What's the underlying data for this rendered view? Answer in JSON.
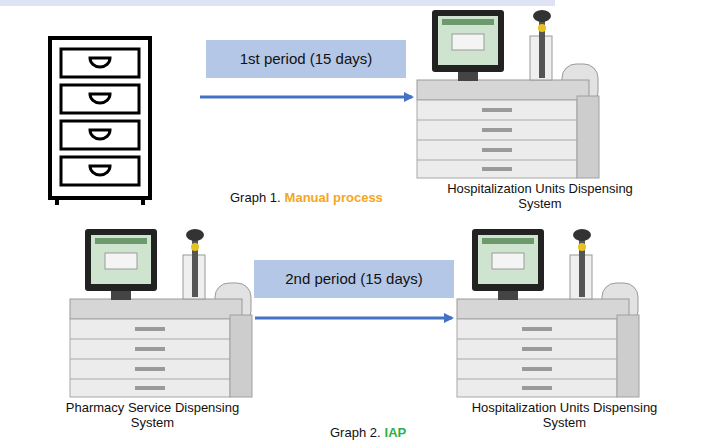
{
  "diagram": {
    "nodes": [
      {
        "text": []
      },
      {
        "text": [
          "Hospitalization Units Dispensing System"
        ]
      },
      {
        "text": [
          "Pharmacy Service Dispensing System"
        ]
      },
      {
        "text": [
          "Hospitalization Units Dispensing System"
        ]
      }
    ],
    "edges": [
      {
        "from": 0,
        "to": 1,
        "label": "1st period (15 days)",
        "arrow": "to"
      },
      {
        "from": 2,
        "to": 3,
        "label": "2nd period (15 days)",
        "arrow": "to"
      }
    ],
    "labels": [
      "Graph 1.",
      "Manual process",
      "Graph 2.",
      "IAP"
    ]
  }
}
